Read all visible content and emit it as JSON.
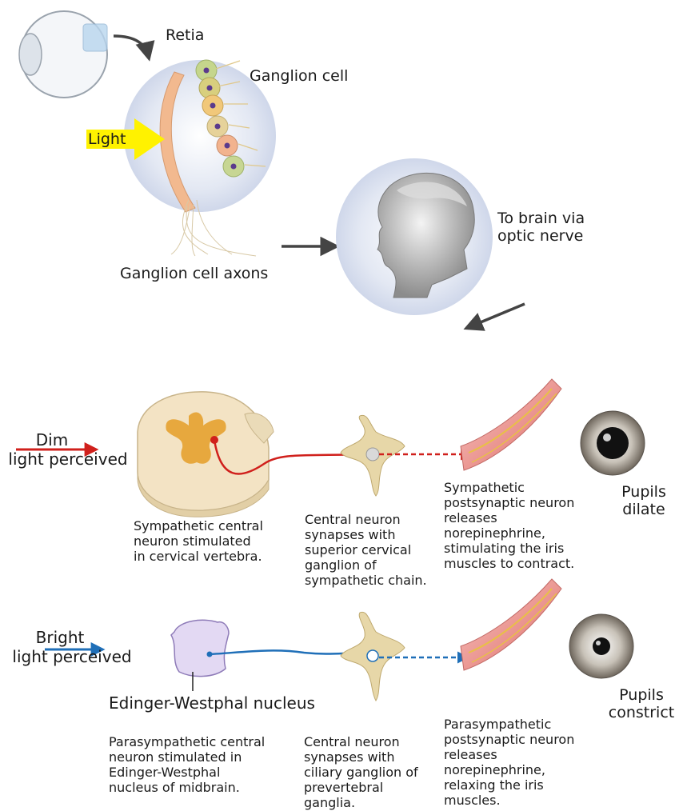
{
  "top": {
    "retina_label": "Retia",
    "ganglion_cell_label": "Ganglion cell",
    "light_label": "Light",
    "axons_label": "Ganglion cell axons",
    "brain_label": [
      "To brain via",
      "optic nerve"
    ]
  },
  "sympathetic": {
    "input_label": [
      "Dim",
      "light perceived"
    ],
    "central_caption": [
      "Sympathetic central",
      "neuron stimulated",
      "in cervical vertebra."
    ],
    "synapse_caption": [
      "Central neuron",
      "synapses with",
      "superior cervical",
      "ganglion of",
      "sympathetic chain."
    ],
    "post_caption": [
      "Sympathetic",
      "postsynaptic neuron",
      "releases",
      "norepinephrine,",
      "stimulating the iris",
      "muscles to contract."
    ],
    "outcome_label": [
      "Pupils",
      "dilate"
    ]
  },
  "parasympathetic": {
    "input_label": [
      "Bright",
      "light perceived"
    ],
    "nucleus_label": "Edinger-Westphal nucleus",
    "central_caption": [
      "Parasympathetic central",
      "neuron stimulated in",
      "Edinger-Westphal",
      "nucleus of midbrain."
    ],
    "synapse_caption": [
      "Central neuron",
      "synapses with",
      "ciliary ganglion of",
      "prevertebral",
      "ganglia."
    ],
    "post_caption": [
      "Parasympathetic",
      "postsynaptic neuron",
      "releases",
      "norepinephrine,",
      "relaxing the iris",
      "muscles."
    ],
    "outcome_label": [
      "Pupils",
      "constrict"
    ]
  },
  "colors": {
    "sympathetic_path": "#d0201c",
    "parasympathetic_path": "#1f6fb8",
    "light_arrow": "#fff200",
    "flow_arrow": "#444444"
  }
}
